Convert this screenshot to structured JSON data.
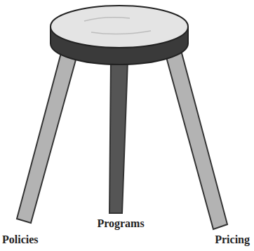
{
  "diagram": {
    "labels": [
      "Programs",
      "Policies",
      "Pricing"
    ]
  }
}
